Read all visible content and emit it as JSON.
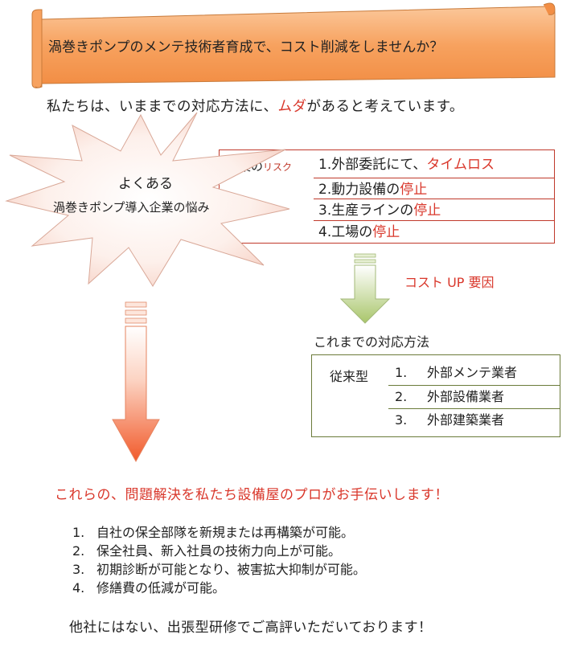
{
  "banner": {
    "title": "渦巻きポンプのメンテ技術者育成で、コスト削減をしませんか？"
  },
  "intro": {
    "before": "私たちは、いままでの対応方法に、",
    "highlight": "ムダ",
    "after": "があると考えています。"
  },
  "burst": {
    "line1": "よくある",
    "line2": "渦巻きポンプ導入企業の悩み"
  },
  "risk": {
    "title_main": "企業の",
    "title_small": "リスク",
    "items": [
      {
        "text": "1.外部委託にて、",
        "highlight": "タイムロス"
      },
      {
        "text": "2.動力設備の",
        "highlight": "停止"
      },
      {
        "text": "3.生産ラインの",
        "highlight": "停止"
      },
      {
        "text": "4.工場の",
        "highlight": "停止"
      }
    ]
  },
  "cost_up": "コスト UP 要因",
  "methods": {
    "title": "これまでの対応方法",
    "label": "従来型",
    "items": [
      {
        "num": "1.",
        "text": "外部メンテ業者"
      },
      {
        "num": "2.",
        "text": "外部設備業者"
      },
      {
        "num": "3.",
        "text": "外部建築業者"
      }
    ]
  },
  "headline": "これらの、問題解決を私たち設備屋のプロがお手伝いします！",
  "benefits": [
    {
      "num": "1.",
      "text": "自社の保全部隊を新規または再構築が可能。"
    },
    {
      "num": "2.",
      "text": "保全社員、新入社員の技術力向上が可能。"
    },
    {
      "num": "3.",
      "text": "初期診断が可能となり、被害拡大抑制が可能。"
    },
    {
      "num": "4.",
      "text": "修繕費の低減が可能。"
    }
  ],
  "closing": "他社にはない、出張型研修でご高評いただいております！",
  "colors": {
    "banner_orange": "#f7a25f",
    "accent_red": "#d9372b",
    "burst_fill": "#fbe3dc",
    "green_arrow": "#b5cf7a",
    "red_arrow": "#f47548"
  }
}
